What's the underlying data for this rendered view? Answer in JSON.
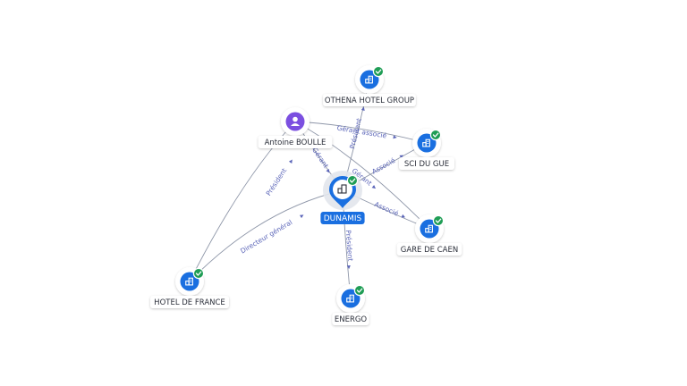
{
  "nodes": [
    {
      "id": "dunamis",
      "label": "DUNAMIS",
      "type": "company",
      "central": true,
      "verified": true
    },
    {
      "id": "othena",
      "label": "OTHENA HOTEL GROUP",
      "type": "company",
      "verified": true
    },
    {
      "id": "boulle",
      "label": "Antoine BOULLE",
      "type": "person",
      "verified": false
    },
    {
      "id": "scidugue",
      "label": "SCI DU GUE",
      "type": "company",
      "verified": true
    },
    {
      "id": "garecaen",
      "label": "GARE DE CAEN",
      "type": "company",
      "verified": true
    },
    {
      "id": "hotelfrance",
      "label": "HOTEL DE FRANCE",
      "type": "company",
      "verified": true
    },
    {
      "id": "energo",
      "label": "ENERGO",
      "type": "company",
      "verified": true
    }
  ],
  "edges": [
    {
      "from": "dunamis",
      "to": "othena",
      "label": "Président"
    },
    {
      "from": "boulle",
      "to": "scidugue",
      "label": "Gérant associé"
    },
    {
      "from": "boulle",
      "to": "dunamis",
      "label": "Gérant"
    },
    {
      "from": "boulle",
      "to": "garecaen",
      "label": "Gérant"
    },
    {
      "from": "dunamis",
      "to": "scidugue",
      "label": "Associé"
    },
    {
      "from": "dunamis",
      "to": "garecaen",
      "label": "Associé"
    },
    {
      "from": "boulle",
      "to": "hotelfrance",
      "label": "Président"
    },
    {
      "from": "dunamis",
      "to": "hotelfrance",
      "label": "Directeur général"
    },
    {
      "from": "dunamis",
      "to": "energo",
      "label": "Président"
    }
  ],
  "colors": {
    "company": "#1a6fe0",
    "person": "#7b4fe0",
    "verified": "#1f9d55",
    "edge": "#8e96a8",
    "edge_label": "#5a64b8"
  },
  "icons": {
    "company": "building-icon",
    "person": "user-icon",
    "verified": "check-badge-icon"
  }
}
